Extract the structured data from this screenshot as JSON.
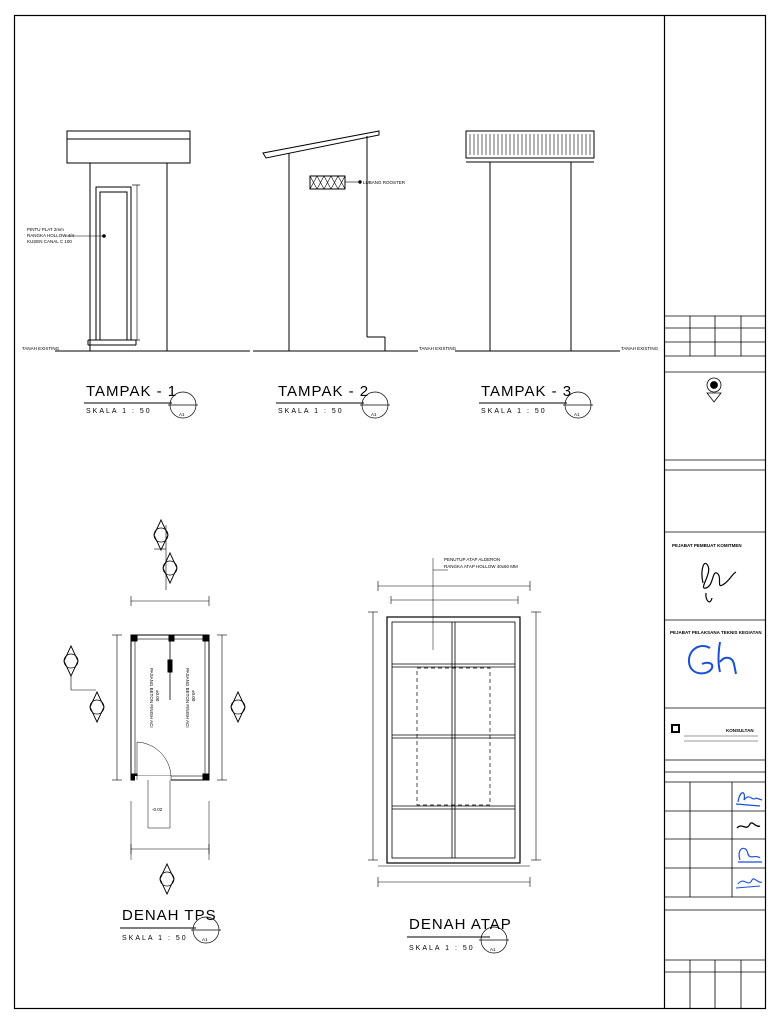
{
  "elevations": [
    {
      "title": "TAMPAK - 1",
      "scale": "SKALA  1 : 50",
      "section_mark": "A1"
    },
    {
      "title": "TAMPAK - 2",
      "scale": "SKALA  1 : 50",
      "section_mark": "A1"
    },
    {
      "title": "TAMPAK - 3",
      "scale": "SKALA  1 : 50",
      "section_mark": "A1"
    }
  ],
  "plans": [
    {
      "title": "DENAH TPS",
      "scale": "SKALA  1 : 50",
      "section_mark": "A1"
    },
    {
      "title": "DENAH ATAP",
      "scale": "SKALA  1 : 50",
      "section_mark": "A1"
    }
  ],
  "notes": {
    "door_line1": "PINTU PLAT 2mm",
    "door_line2": "RANGKA HOLLOW 4/4",
    "door_line3": "KUSEN CANAL C 100",
    "ground_1": "TANAH EXISTING",
    "ground_2": "TANAH EXISTING",
    "ground_3": "TANAH EXISTING",
    "roster": "LUBANG ROOSTER",
    "roof_line1": "PENUTUP ATAP ALDERON",
    "roof_line2": "RANGKA ATAP HOLLOW 40x60 MM",
    "floor_left": "PASANG BETON FINISH ACI",
    "floor_left_level": "±0.00",
    "floor_right": "PASANG BETON FINISH ACI",
    "floor_right_level": "±0.00",
    "step_level": "-0.02"
  },
  "title_block": {
    "commitment_officer": "PEJABAT PEMBUAT KOMITMEN",
    "technical_officer": "PEJABAT PELAKSANA TEKNIS KEGIATAN",
    "consultant_name": "KONSULTAN"
  }
}
